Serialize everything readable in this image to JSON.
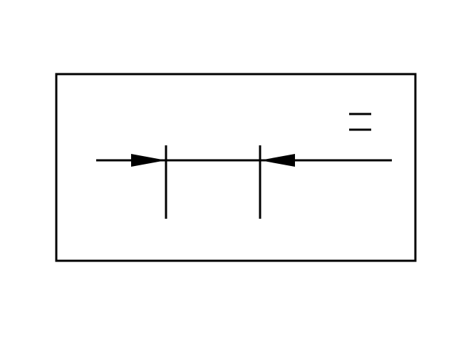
{
  "diagram": {
    "symbol": "equal-sign",
    "stroke_color": "#000000",
    "background_color": "#ffffff",
    "elements": [
      "frame",
      "dimension-line",
      "left-extension-line",
      "right-extension-line",
      "left-arrowhead",
      "right-arrowhead",
      "equal-sign-icon"
    ]
  }
}
